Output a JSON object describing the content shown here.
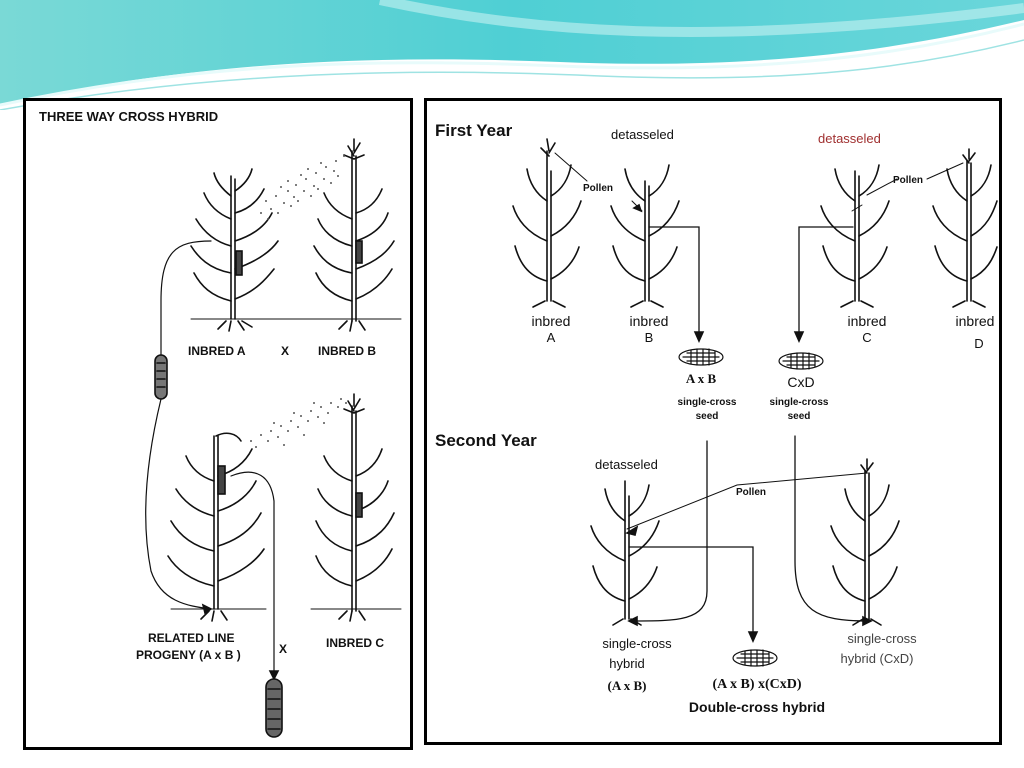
{
  "left": {
    "title": "THREE WAY CROSS HYBRID",
    "inbred_a": "INBRED A",
    "cross_x": "X",
    "inbred_b": "INBRED B",
    "related_line_1": "RELATED LINE",
    "related_line_2": "PROGENY (A x B )",
    "cross_x2": "X",
    "inbred_c": "INBRED C"
  },
  "right": {
    "first_year": "First Year",
    "second_year": "Second Year",
    "detasseled_1": "detasseled",
    "detasseled_2": "detasseled",
    "detasseled_3": "detasseled",
    "pollen_1": "Pollen",
    "pollen_2": "Pollen",
    "pollen_3": "Pollen",
    "inbred_word_a": "inbred",
    "inbred_letter_a": "A",
    "inbred_word_b": "inbred",
    "inbred_letter_b": "B",
    "inbred_word_c": "inbred",
    "inbred_letter_c": "C",
    "inbred_word_d": "inbred",
    "inbred_letter_d": "D",
    "ab_label": "A x B",
    "cd_label": "CxD",
    "single_cross_seed_1a": "single-cross",
    "single_cross_seed_1b": "seed",
    "single_cross_seed_2a": "single-cross",
    "single_cross_seed_2b": "seed",
    "hybrid_ab_1": "single-cross",
    "hybrid_ab_2": "hybrid",
    "hybrid_ab_3": "(A x B)",
    "double_cross_formula": "(A x B) x(CxD)",
    "double_cross_title": "Double-cross hybrid",
    "hybrid_cd_1": "single-cross",
    "hybrid_cd_2": "hybrid (CxD)"
  },
  "colors": {
    "banner_teal": "#5fd3d3",
    "banner_light": "#bfeef0",
    "detasseled_red": "#a03030",
    "line": "#111111"
  }
}
